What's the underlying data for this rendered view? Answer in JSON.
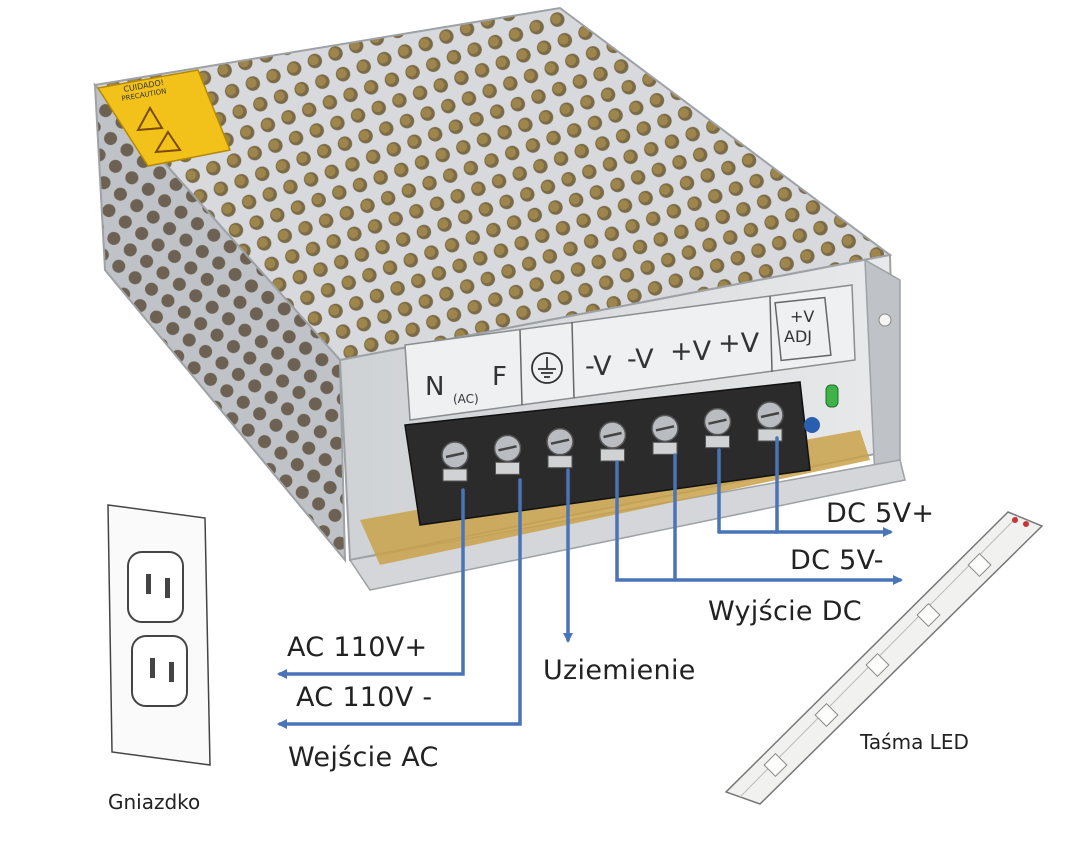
{
  "warning_label": {
    "title": "CUIDADO!",
    "subtitle": "PRECAUTION"
  },
  "terminal_block": {
    "ac_in_labels": [
      "N",
      "F"
    ],
    "ac_sub_label": "(AC)",
    "ground_symbol": "ground-icon",
    "dc_labels": [
      "-V",
      "-V",
      "+V",
      "+V"
    ],
    "adj_label_top": "+V",
    "adj_label_bottom": "ADJ"
  },
  "labels": {
    "dc_plus": "DC 5V+",
    "dc_minus": "DC 5V-",
    "dc_output": "Wyjście DC",
    "ground": "Uziemienie",
    "ac_plus": "AC 110V+",
    "ac_minus": "AC 110V -",
    "ac_input": "Wejście AC",
    "socket": "Gniazdko",
    "led_strip": "Taśma LED"
  },
  "colors": {
    "wire": "#4a74b8",
    "case": "#c9ccd0",
    "terminal": "#2b2b2b",
    "warning": "#f2c21b",
    "pcb": "#c9a24a"
  }
}
